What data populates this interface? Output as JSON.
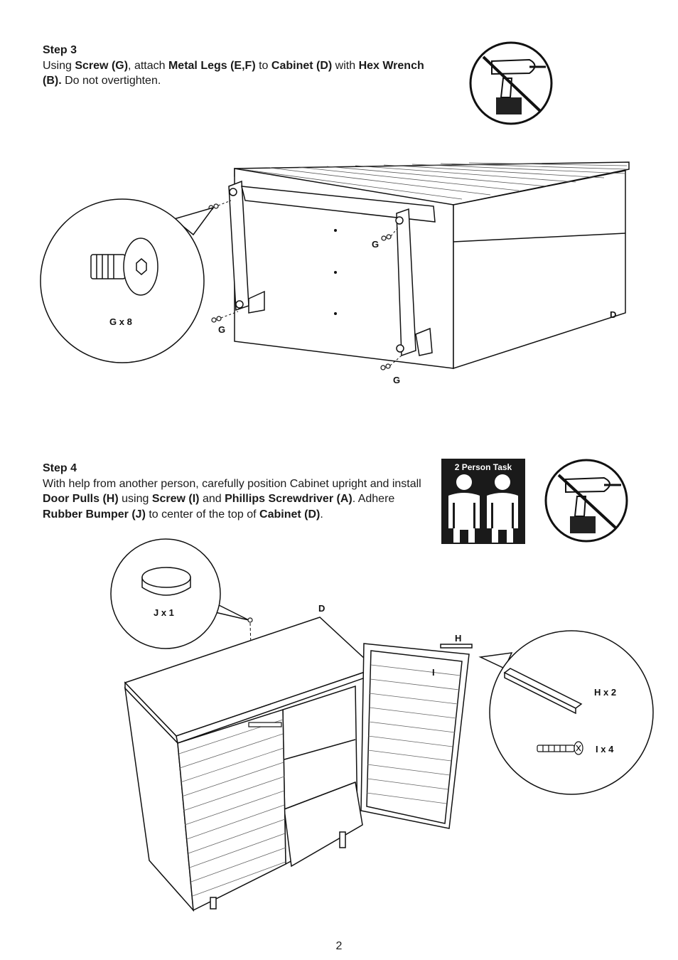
{
  "step3": {
    "title": "Step 3",
    "s1": "Using ",
    "b1": "Screw (G)",
    "s2": ", attach ",
    "b2": "Metal Legs (E,F)",
    "s3": " to ",
    "b3": "Cabinet (D)",
    "s4": " with ",
    "b4": "Hex Wrench (B).",
    "s5": " Do not overtighten."
  },
  "step4": {
    "title": "Step 4",
    "s1": "With help from another person, carefully position Cabinet upright and install ",
    "b1": "Door Pulls (H)",
    "s2": " using ",
    "b2": "Screw (I)",
    "s3": " and ",
    "b3": "Phillips Screwdriver (A)",
    "s4": ". Adhere ",
    "b4": "Rubber Bumper (J)",
    "s5": " to center of the top of ",
    "b5": "Cabinet (D)",
    "s6": "."
  },
  "figure1": {
    "callout_qty": "G x 8",
    "label_g": "G",
    "label_d": "D"
  },
  "figure2": {
    "label_d": "D",
    "label_h": "H",
    "label_i": "I",
    "callout_j": "J x 1",
    "callout_h": "H x 2",
    "callout_i": "I x 4"
  },
  "badge": {
    "label": "2 Person Task"
  },
  "icons": [
    "no-power-drill-icon",
    "two-person-icon",
    "screw-icon",
    "door-pull-icon",
    "rubber-bumper-icon"
  ],
  "page_number": "2"
}
